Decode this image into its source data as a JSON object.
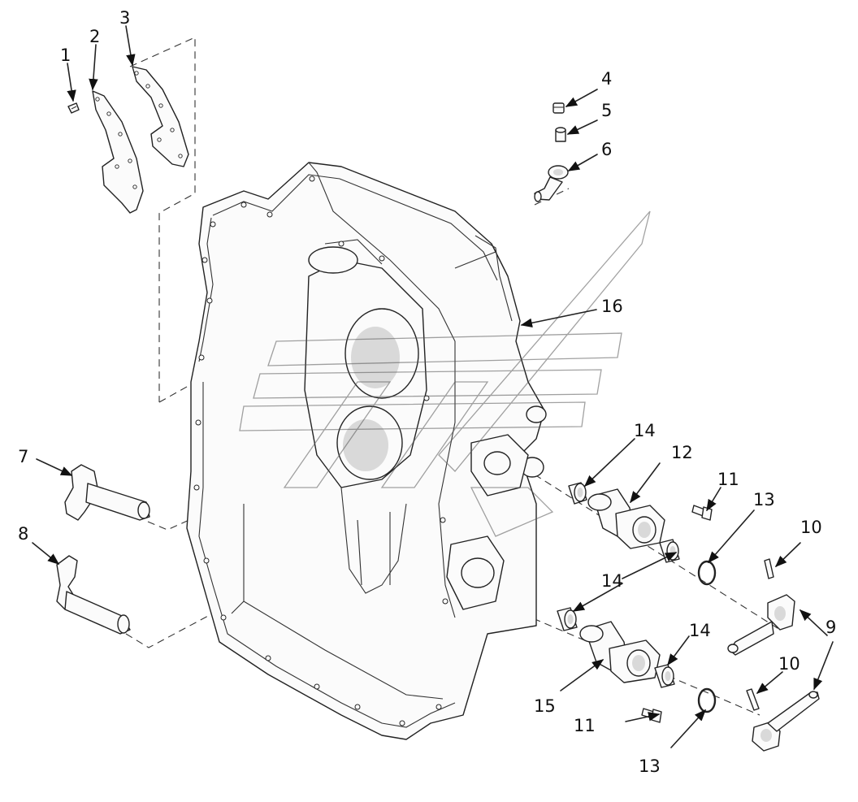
{
  "callouts": [
    {
      "id": "c1",
      "label": "1"
    },
    {
      "id": "c2",
      "label": "2"
    },
    {
      "id": "c3",
      "label": "3"
    },
    {
      "id": "c4",
      "label": "4"
    },
    {
      "id": "c5",
      "label": "5"
    },
    {
      "id": "c6",
      "label": "6"
    },
    {
      "id": "c7",
      "label": "7"
    },
    {
      "id": "c8",
      "label": "8"
    },
    {
      "id": "c9",
      "label": "9"
    },
    {
      "id": "c10a",
      "label": "10"
    },
    {
      "id": "c10b",
      "label": "10"
    },
    {
      "id": "c11a",
      "label": "11"
    },
    {
      "id": "c11b",
      "label": "11"
    },
    {
      "id": "c12",
      "label": "12"
    },
    {
      "id": "c13a",
      "label": "13"
    },
    {
      "id": "c13b",
      "label": "13"
    },
    {
      "id": "c14a",
      "label": "14"
    },
    {
      "id": "c14b",
      "label": "14"
    },
    {
      "id": "c14c",
      "label": "14"
    },
    {
      "id": "c15",
      "label": "15"
    },
    {
      "id": "c16",
      "label": "16"
    }
  ]
}
